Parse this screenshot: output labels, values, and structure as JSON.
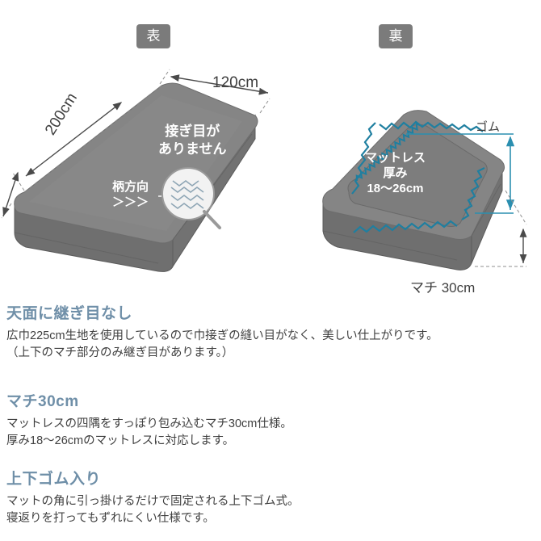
{
  "diagram": {
    "badge_front": "表",
    "badge_back": "裏",
    "width_label": "120cm",
    "length_label": "200cm",
    "no_seam_label": "接ぎ目が\nありません",
    "pattern_direction_label": "柄方向\n＞＞＞",
    "elastic_label": "ゴム",
    "mattress_label": "マットレス\n厚み\n18〜26cm",
    "gusset_label": "マチ 30cm",
    "colors": {
      "body": "#7b7b7b",
      "body_top": "#8a8a8a",
      "badge": "#7b7b7b",
      "elastic": "#1f7fa0",
      "accent_line": "#2b8fb0",
      "heading": "#6f8fa8",
      "text": "#3f3f3f"
    }
  },
  "sections": [
    {
      "heading": "天面に継ぎ目なし",
      "body": "広巾225cm生地を使用しているので巾接ぎの縫い目がなく、美しい仕上がりです。\n（上下のマチ部分のみ継ぎ目があります。）"
    },
    {
      "heading": "マチ30cm",
      "body": "マットレスの四隅をすっぽり包み込むマチ30cm仕様。\n厚み18〜26cmのマットレスに対応します。"
    },
    {
      "heading": "上下ゴム入り",
      "body": "マットの角に引っ掛けるだけで固定される上下ゴム式。\n寝返りを打ってもずれにくい仕様です。"
    }
  ]
}
